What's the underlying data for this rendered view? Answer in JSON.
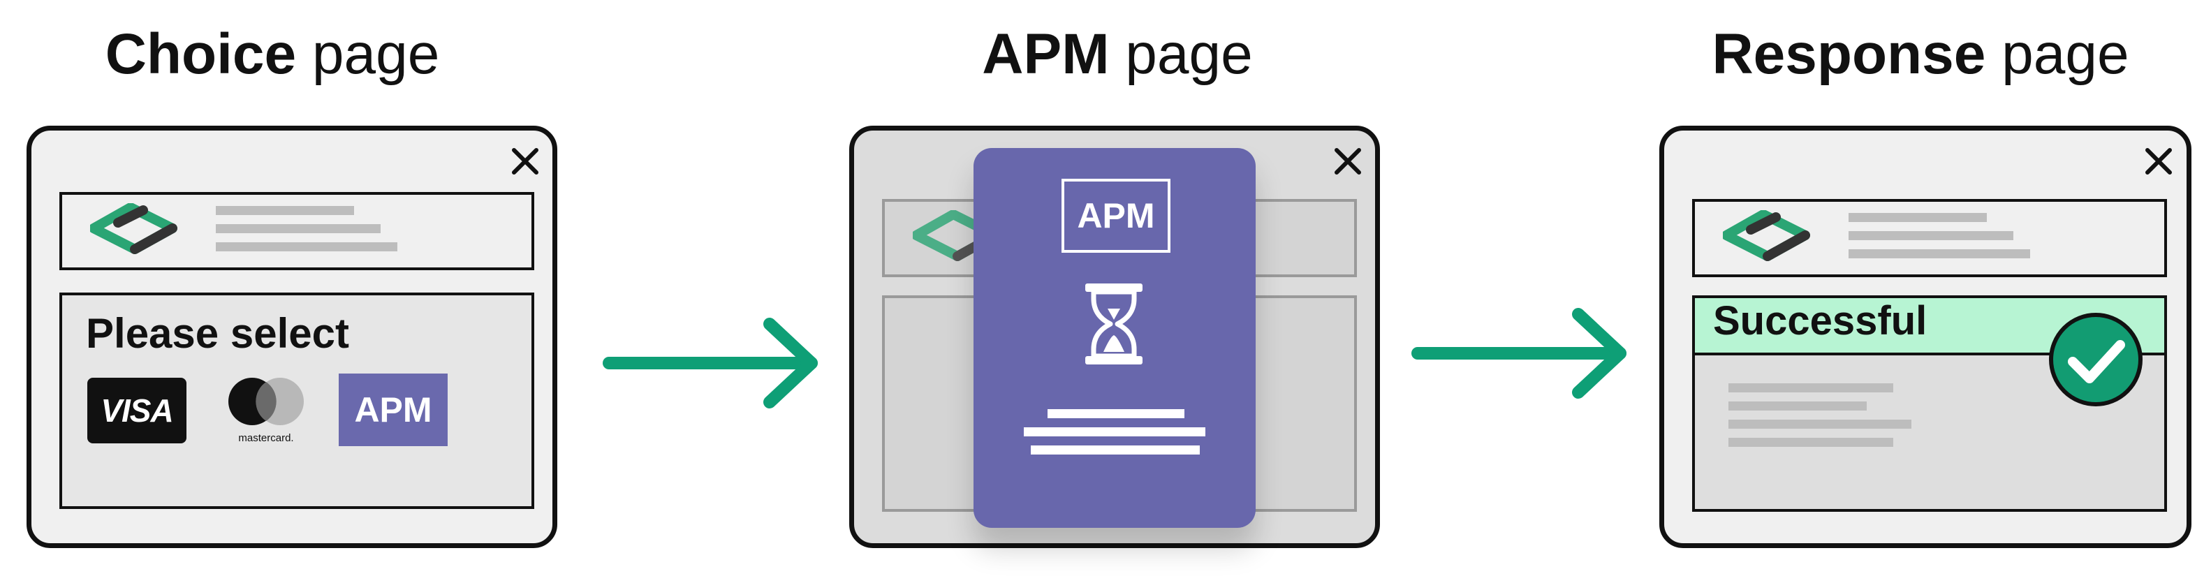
{
  "stages": [
    {
      "title_bold": "Choice",
      "title_rest": " page"
    },
    {
      "title_bold": "APM",
      "title_rest": " page"
    },
    {
      "title_bold": "Response",
      "title_rest": " page"
    }
  ],
  "choice": {
    "select_label": "Please select",
    "methods": {
      "visa": "VISA",
      "mastercard": "mastercard.",
      "apm": "APM"
    }
  },
  "apm": {
    "label": "APM"
  },
  "response": {
    "status": "Successful"
  },
  "colors": {
    "arrow": "#0e9f76",
    "apm_purple": "#6867ac",
    "success_bg": "#b7f4d3",
    "logo_green": "#2aa574",
    "logo_dark": "#333333"
  },
  "icons": [
    "close-icon",
    "brand-logo-icon",
    "arrow-right-icon",
    "hourglass-icon",
    "check-circle-icon",
    "mastercard-icon"
  ]
}
